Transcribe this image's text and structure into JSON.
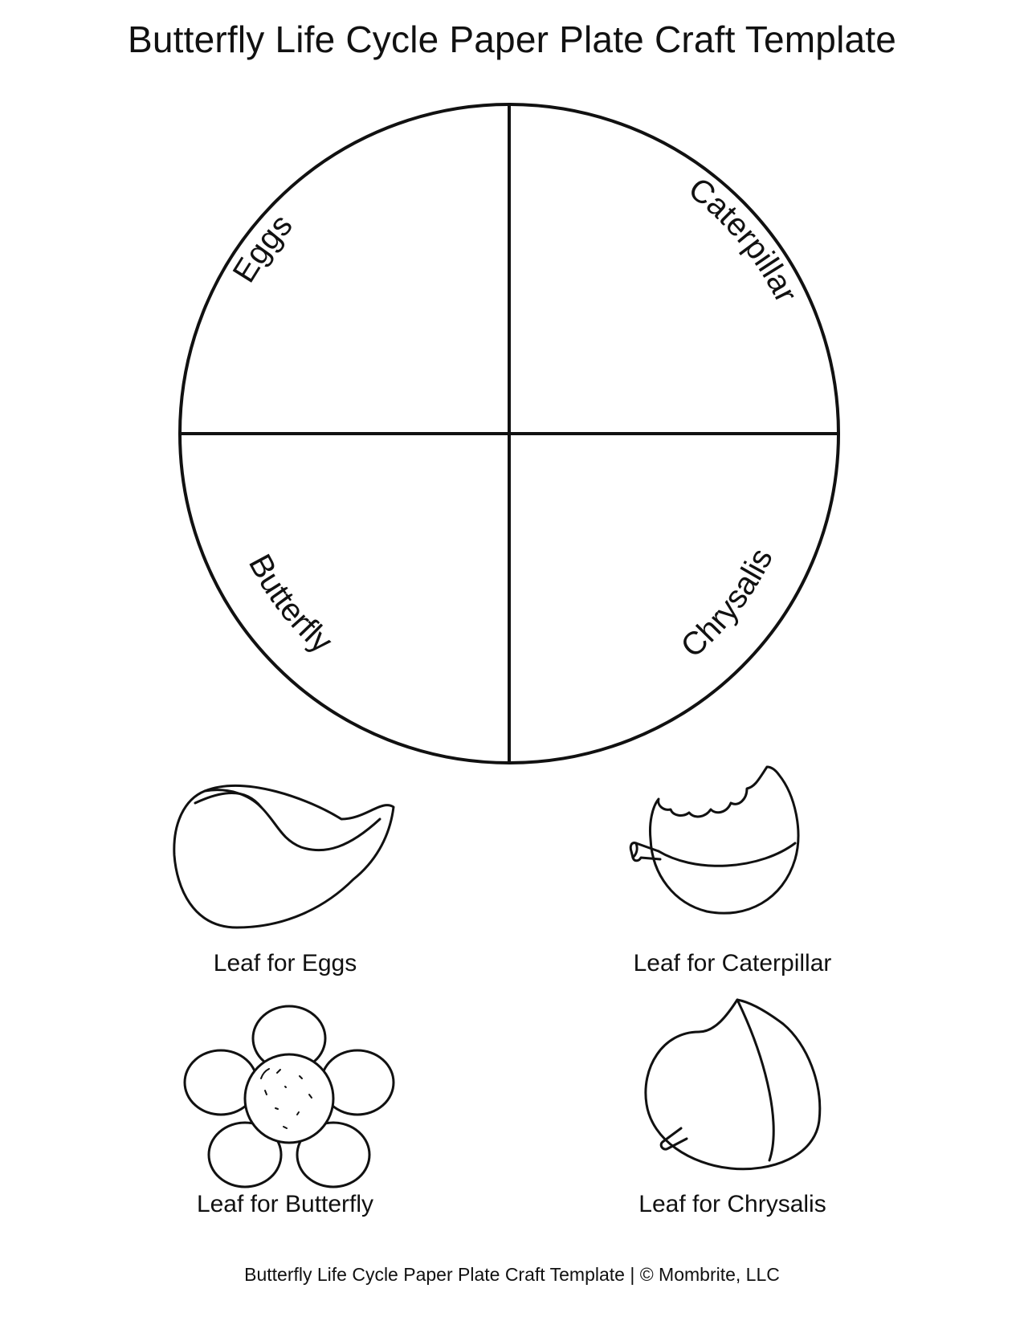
{
  "title": "Butterfly Life Cycle Paper Plate Craft Template",
  "plate": {
    "sections": {
      "eggs": "Eggs",
      "caterpillar": "Caterpillar",
      "butterfly": "Butterfly",
      "chrysalis": "Chrysalis"
    }
  },
  "cutouts": {
    "eggs_leaf": {
      "icon": "leaf-icon",
      "label": "Leaf for Eggs"
    },
    "caterpillar_leaf": {
      "icon": "bitten-leaf-icon",
      "label": "Leaf for Caterpillar"
    },
    "butterfly_flower": {
      "icon": "flower-icon",
      "label": "Leaf for Butterfly"
    },
    "chrysalis_leaf": {
      "icon": "leaf-icon",
      "label": "Leaf for Chrysalis"
    }
  },
  "footer": "Butterfly Life Cycle Paper Plate Craft Template | © Mombrite, LLC",
  "colors": {
    "ink": "#111111",
    "paper": "#ffffff"
  }
}
